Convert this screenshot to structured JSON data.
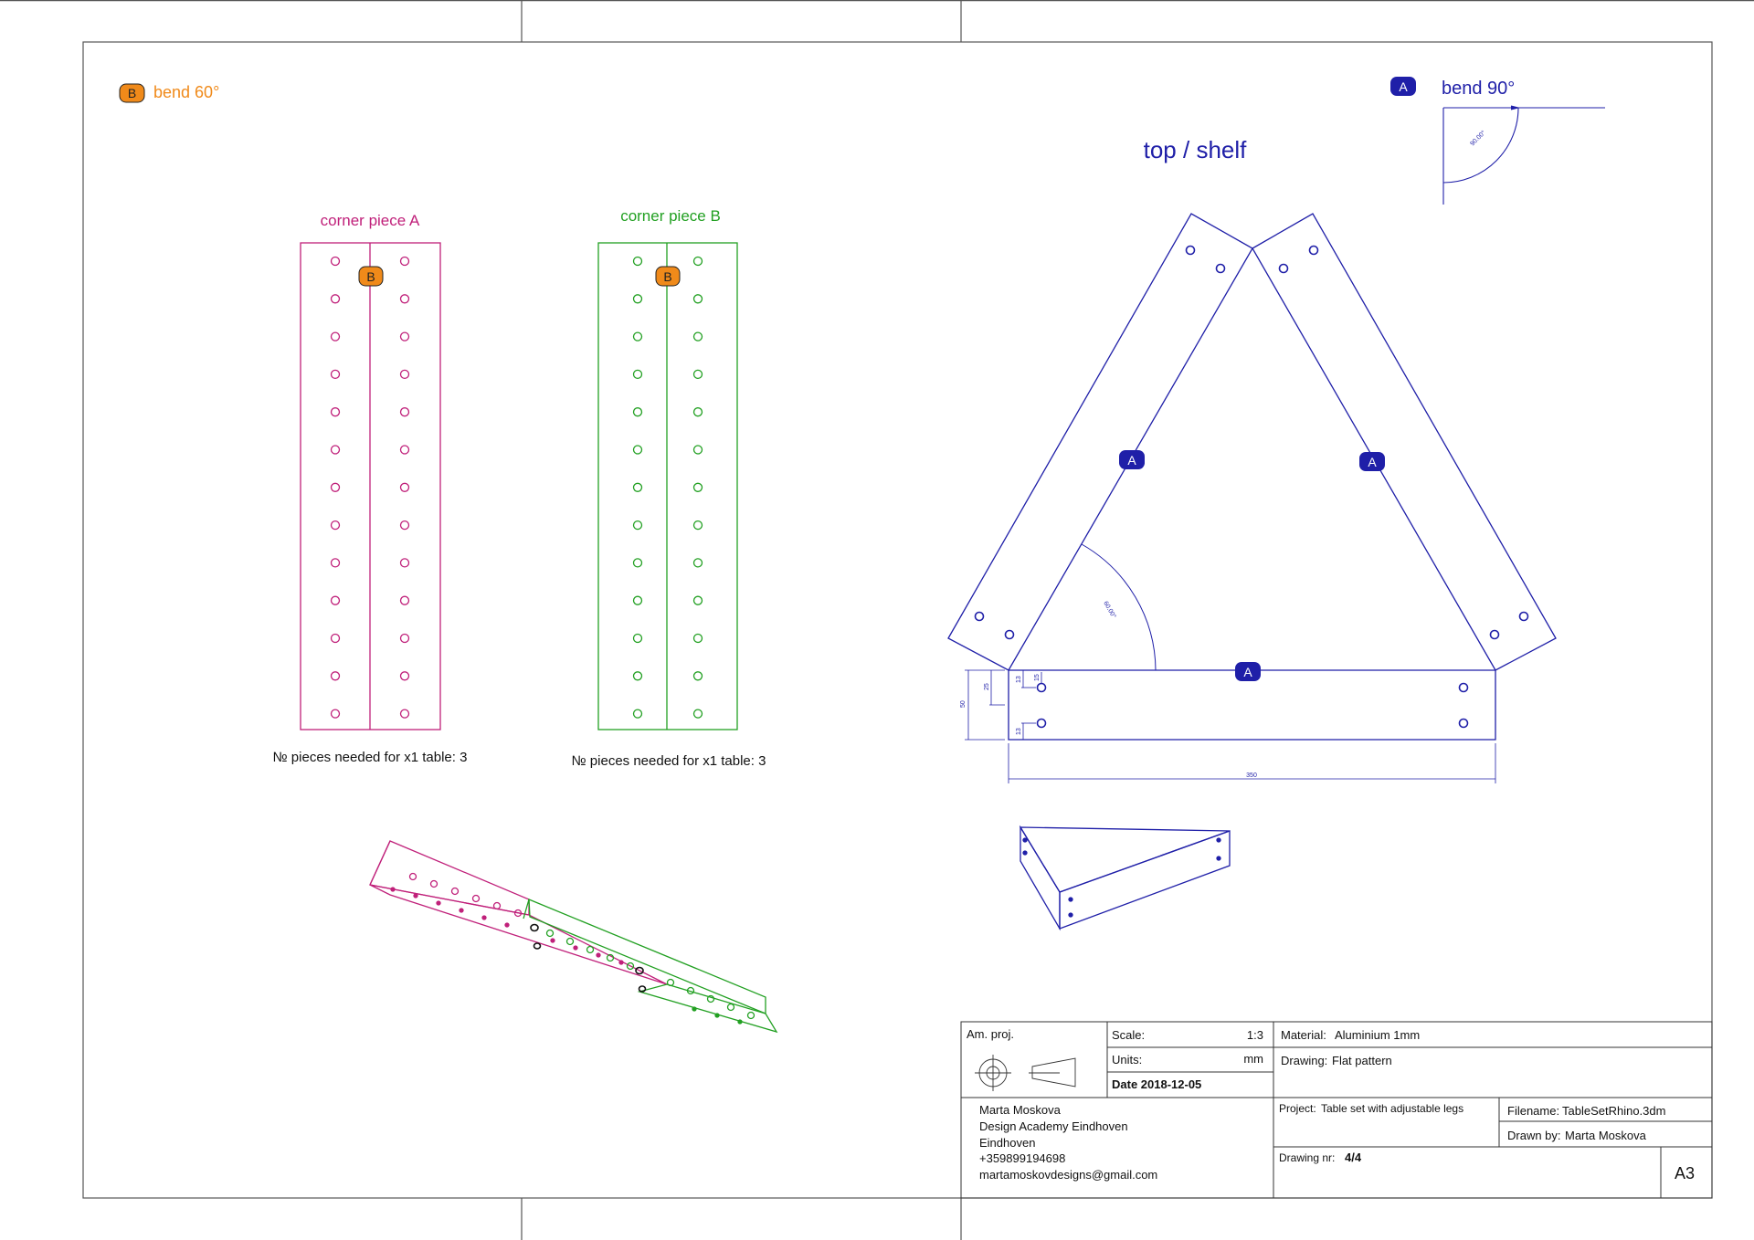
{
  "colors": {
    "magenta": "#c0207a",
    "green": "#22a022",
    "blue": "#1f1fa8",
    "orange": "#f08a1a",
    "black": "#111111"
  },
  "legend": {
    "badge_b": "B",
    "bend_b": "bend 60°",
    "badge_a": "A",
    "bend_a": "bend 90°",
    "angle_90": "90.00°"
  },
  "top_shelf": {
    "title": "top / shelf",
    "badge": "A",
    "angle_label": "60.00°",
    "dim_50": "50",
    "dim_25": "25",
    "dim_13_top": "13",
    "dim_13_bottom": "13",
    "dim_15": "15",
    "dim_350": "350"
  },
  "corner_a": {
    "title": "corner piece A",
    "badge": "B",
    "pieces": "№ pieces needed for x1 table: 3"
  },
  "corner_b": {
    "title": "corner piece B",
    "badge": "B",
    "pieces": "№ pieces needed for x1 table: 3"
  },
  "title_block": {
    "proj_label": "Am. proj.",
    "scale_label": "Scale:",
    "scale_value": "1:3",
    "units_label": "Units:",
    "units_value": "mm",
    "date": "Date 2018-12-05",
    "material_label": "Material:",
    "material_value": "Aluminium 1mm",
    "drawing_label": "Drawing:",
    "drawing_value": "Flat pattern",
    "author_name": "Marta Moskova",
    "author_school": "Design Academy Eindhoven",
    "author_city": "Eindhoven",
    "author_phone": "+359899194698",
    "author_email": "martamoskovdesigns@gmail.com",
    "project_label": "Project:",
    "project_value": "Table set with adjustable legs",
    "filename_label": "Filename:",
    "filename_value": "TableSetRhino.3dm",
    "drawnby_label": "Drawn by:",
    "drawnby_value": "Marta Moskova",
    "drawingnr_label": "Drawing nr:",
    "drawingnr_value": "4/4",
    "sheet_size": "A3"
  }
}
